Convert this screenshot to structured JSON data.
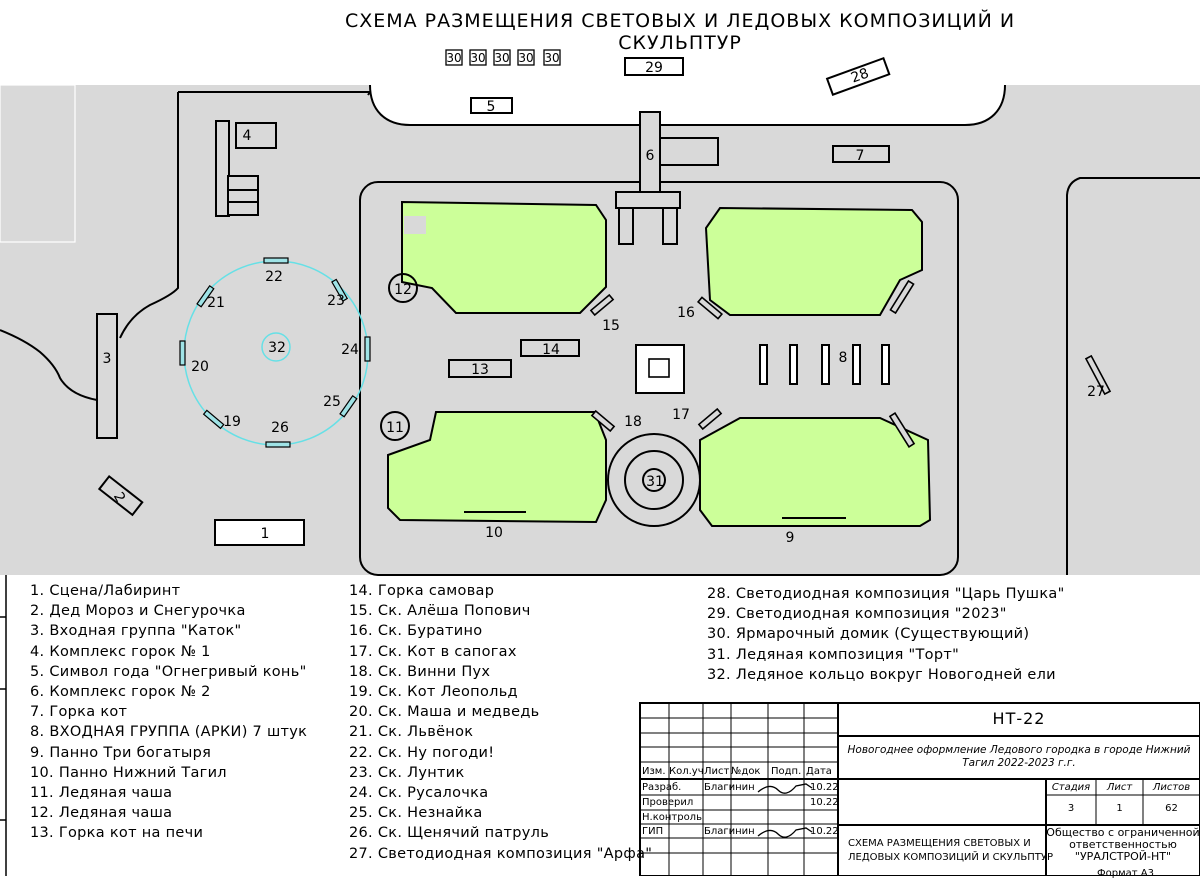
{
  "title": "СХЕМА РАЗМЕЩЕНИЯ СВЕТОВЫХ И ЛЕДОВЫХ КОМПОЗИЦИЙ И СКУЛЬПТУР",
  "map_labels": {
    "n1": "1",
    "n2": "2",
    "n3": "3",
    "n4": "4",
    "n5": "5",
    "n6": "6",
    "n7": "7",
    "n8": "8",
    "n9": "9",
    "n10": "10",
    "n11": "11",
    "n12": "12",
    "n13": "13",
    "n14": "14",
    "n15": "15",
    "n16": "16",
    "n17": "17",
    "n18": "18",
    "n19": "19",
    "n20": "20",
    "n21": "21",
    "n22": "22",
    "n23": "23",
    "n24": "24",
    "n25": "25",
    "n26": "26",
    "n27": "27",
    "n28": "28",
    "n29": "29",
    "n30": "30",
    "n31": "31",
    "n32": "32"
  },
  "legend": {
    "col1": [
      "1. Сцена/Лабиринт",
      "2. Дед Мороз и Снегурочка",
      "3. Входная группа \"Каток\"",
      "4. Комплекс горок № 1",
      "5. Символ года \"Огнегривый конь\"",
      "6. Комплекс горок № 2",
      "7. Горка кот",
      "8. ВХОДНАЯ ГРУППА (АРКИ) 7 штук",
      "9. Панно Три богатыря",
      "10. Панно Нижний Тагил",
      "11. Ледяная чаша",
      "12. Ледяная чаша",
      "13. Горка кот на печи"
    ],
    "col2": [
      "14. Горка самовар",
      "15. Ск. Алёша Попович",
      "16. Ск. Буратино",
      "17. Ск. Кот в сапогах",
      "18. Ск. Винни Пух",
      "19. Ск. Кот Леопольд",
      "20. Ск. Маша и медведь",
      "21. Ск. Львёнок",
      "22. Ск. Ну погоди!",
      "23. Ск. Лунтик",
      "24. Ск. Русалочка",
      "25. Ск. Незнайка",
      "26. Ск. Щенячий патруль",
      "27. Светодиодная композиция \"Арфа\""
    ],
    "col3": [
      "28. Светодиодная композиция \"Царь Пушка\"",
      "29. Светодиодная композиция \"2023\"",
      "30. Ярмарочный домик (Существующий)",
      "31. Ледяная композиция \"Торт\"",
      "32. Ледяное кольцо вокруг Новогодней ели"
    ]
  },
  "title_block": {
    "code": "НТ-22",
    "project": "Новогоднее оформление Ледового городка в городе Нижний Тагил 2022-2023 г.г.",
    "h_izm": "Изм.",
    "h_kol": "Кол.уч",
    "h_list": "Лист",
    "h_doc": "№док",
    "h_podp": "Подп.",
    "h_date": "Дата",
    "r1_role": "Разраб.",
    "r1_name": "Благинин",
    "r1_date": "10.22",
    "r2_role": "Проверил",
    "r2_date": "10.22",
    "r3_role": "Н.контроль",
    "r4_role": "ГИП",
    "r4_name": "Благинин",
    "r4_date": "10.22",
    "stage_h": "Стадия",
    "sheet_h": "Лист",
    "sheets_h": "Листов",
    "stage_v": "3",
    "sheet_v": "1",
    "sheets_v": "62",
    "sheet_title_1": "СХЕМА РАЗМЕЩЕНИЯ СВЕТОВЫХ И",
    "sheet_title_2": "ЛЕДОВЫХ КОМПОЗИЦИЙ И СКУЛЬПТУР",
    "org_1": "Общество с ограниченной",
    "org_2": "ответственностью",
    "org_3": "\"УРАЛСТРОЙ-НТ\"",
    "format": "Формат А3"
  },
  "colors": {
    "pavement": "#d9d9d9",
    "lawn": "#ccff99",
    "cyan_ring": "#66e0e6",
    "sculpture_fill": "#9fe3e6",
    "line": "#000000"
  }
}
